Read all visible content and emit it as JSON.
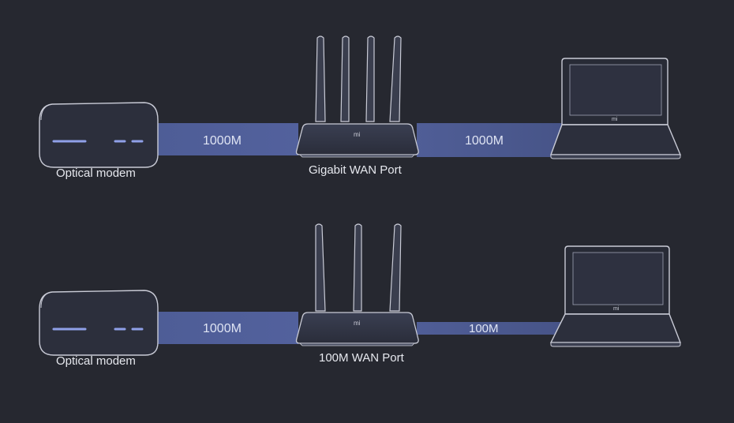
{
  "colors": {
    "background": "#262830",
    "link_band": "#5a6aa8",
    "outline": "#c9cbd6",
    "led": "#8fa0e8"
  },
  "rows": [
    {
      "modem_label": "Optical modem",
      "left_speed": "1000M",
      "right_speed": "1000M",
      "router_label": "Gigabit WAN Port",
      "router_logo": "mi",
      "laptop_logo": "mi",
      "antenna_count": 4
    },
    {
      "modem_label": "Optical modem",
      "left_speed": "1000M",
      "right_speed": "100M",
      "router_label": "100M WAN Port",
      "router_logo": "mi",
      "laptop_logo": "mi",
      "antenna_count": 3
    }
  ]
}
